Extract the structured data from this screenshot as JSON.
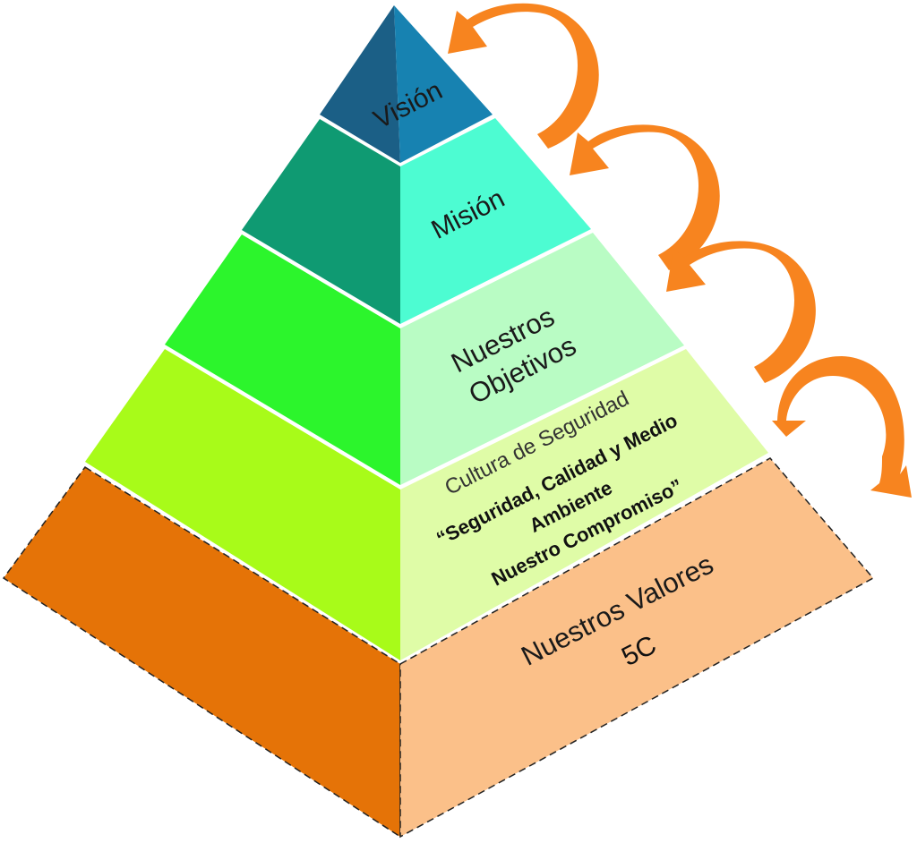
{
  "pyramid": {
    "levels": [
      {
        "id": "vision",
        "lines": [
          "Visión"
        ],
        "colors": {
          "left": "#1b5f86",
          "right": "#1782b1"
        }
      },
      {
        "id": "mission",
        "lines": [
          "Misión"
        ],
        "colors": {
          "left": "#0f9a72",
          "right": "#4dfcd2"
        }
      },
      {
        "id": "objectives",
        "lines": [
          "Nuestros",
          "Objetivos"
        ],
        "colors": {
          "left": "#2cf52c",
          "right": "#b9fcc4"
        }
      },
      {
        "id": "culture",
        "heading": "Cultura de Seguridad",
        "lines": [
          "“Seguridad, Calidad y Medio",
          "Ambiente",
          "Nuestro Compromiso”"
        ],
        "colors": {
          "left": "#a8fb19",
          "right": "#dffca7"
        }
      },
      {
        "id": "values",
        "lines": [
          "Nuestros Valores",
          "5C"
        ],
        "colors": {
          "left": "#e57307",
          "right": "#fbc089"
        }
      }
    ]
  },
  "arrows": {
    "color": "#f7841f",
    "count": 4
  }
}
